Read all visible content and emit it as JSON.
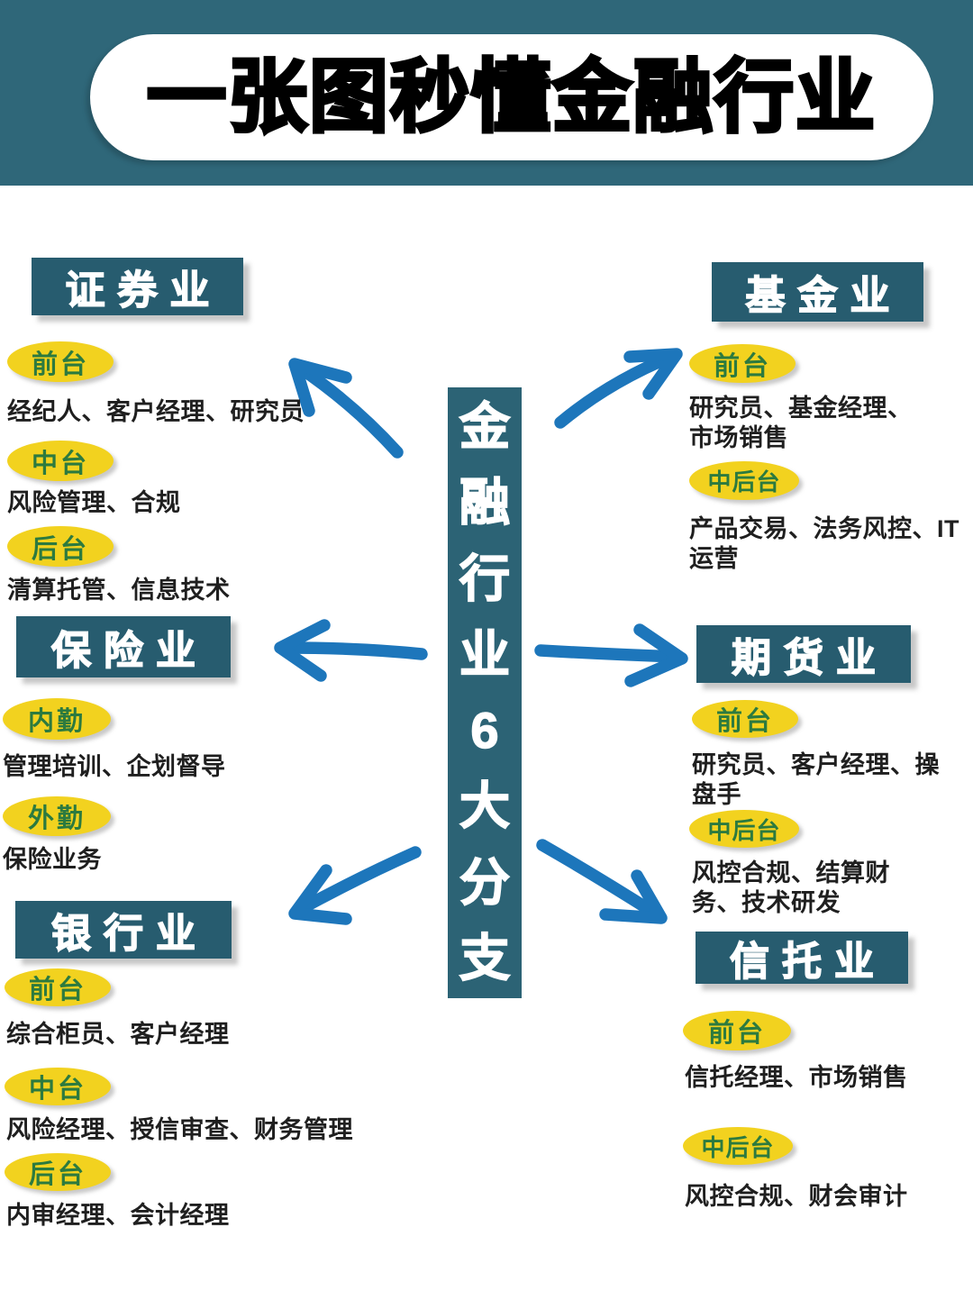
{
  "header": {
    "title": "一张图秒懂金融行业"
  },
  "center": {
    "label": "金融行业6大分支",
    "chars": [
      "金",
      "融",
      "行",
      "业",
      "6",
      "大",
      "分",
      "支"
    ]
  },
  "sections": [
    {
      "id": "securities",
      "title": "证券业",
      "groups": [
        {
          "tag": "前台",
          "roles": "经纪人、客户经理、研究员"
        },
        {
          "tag": "中台",
          "roles": "风险管理、合规"
        },
        {
          "tag": "后台",
          "roles": "清算托管、信息技术"
        }
      ]
    },
    {
      "id": "funds",
      "title": "基金业",
      "groups": [
        {
          "tag": "前台",
          "roles": "研究员、基金经理、市场销售"
        },
        {
          "tag": "中后台",
          "roles": "产品交易、法务风控、IT运营"
        }
      ]
    },
    {
      "id": "insurance",
      "title": "保险业",
      "groups": [
        {
          "tag": "内勤",
          "roles": "管理培训、企划督导"
        },
        {
          "tag": "外勤",
          "roles": "保险业务"
        }
      ]
    },
    {
      "id": "futures",
      "title": "期货业",
      "groups": [
        {
          "tag": "前台",
          "roles": "研究员、客户经理、操盘手"
        },
        {
          "tag": "中后台",
          "roles": "风控合规、结算财务、技术研发"
        }
      ]
    },
    {
      "id": "banking",
      "title": "银行业",
      "groups": [
        {
          "tag": "前台",
          "roles": "综合柜员、客户经理"
        },
        {
          "tag": "中台",
          "roles": "风险经理、授信审查、财务管理"
        },
        {
          "tag": "后台",
          "roles": "内审经理、会计经理"
        }
      ]
    },
    {
      "id": "trust",
      "title": "信托业",
      "groups": [
        {
          "tag": "前台",
          "roles": "信托经理、市场销售"
        },
        {
          "tag": "中后台",
          "roles": "风控合规、财会审计"
        }
      ]
    }
  ],
  "colors": {
    "teal_band": "#2f6779",
    "teal_box": "#275c6f",
    "tag_yellow": "#f2d21f",
    "tag_text_green": "#2c7a3f",
    "arrow_blue": "#1d76bb",
    "title_black": "#000000",
    "body_text": "#1f1f1f"
  }
}
